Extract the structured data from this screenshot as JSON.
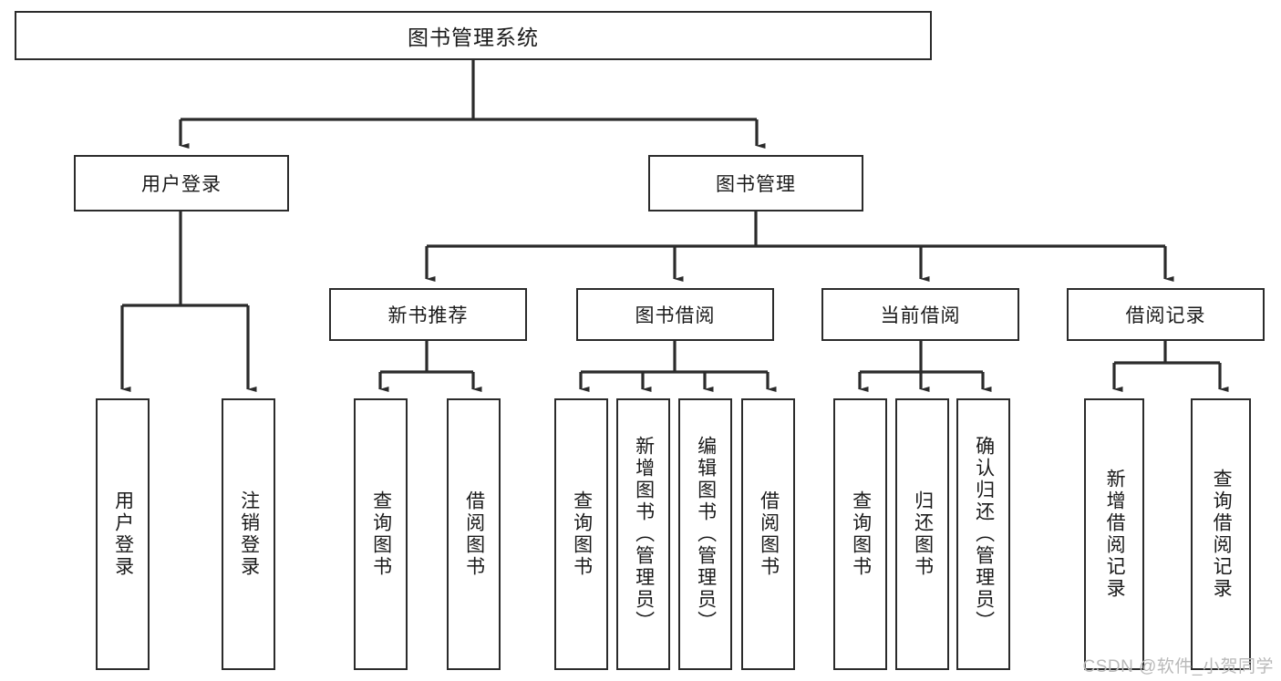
{
  "diagram": {
    "title": "图书管理系统",
    "type": "hierarchy-tree",
    "root": {
      "label": "图书管理系统"
    },
    "level2": [
      {
        "id": "user-login",
        "label": "用户登录"
      },
      {
        "id": "book-management",
        "label": "图书管理"
      }
    ],
    "level3": [
      {
        "id": "new-book-recommend",
        "label": "新书推荐"
      },
      {
        "id": "book-borrow",
        "label": "图书借阅"
      },
      {
        "id": "current-borrow",
        "label": "当前借阅"
      },
      {
        "id": "borrow-record",
        "label": "借阅记录"
      }
    ],
    "leaves": {
      "user_login": [
        {
          "id": "leaf-user-login",
          "label": "用户登录"
        },
        {
          "id": "leaf-logout-login",
          "label": "注销登录"
        }
      ],
      "new_book_recommend": [
        {
          "id": "leaf-query-book-1",
          "label": "查询图书"
        },
        {
          "id": "leaf-borrow-book-1",
          "label": "借阅图书"
        }
      ],
      "book_borrow": [
        {
          "id": "leaf-query-book-2",
          "label": "查询图书"
        },
        {
          "id": "leaf-add-book",
          "label": "新增图书（管理员）"
        },
        {
          "id": "leaf-edit-book",
          "label": "编辑图书（管理员）"
        },
        {
          "id": "leaf-borrow-book-2",
          "label": "借阅图书"
        }
      ],
      "current_borrow": [
        {
          "id": "leaf-query-book-3",
          "label": "查询图书"
        },
        {
          "id": "leaf-return-book",
          "label": "归还图书"
        },
        {
          "id": "leaf-confirm-return",
          "label": "确认归还（管理员）"
        }
      ],
      "borrow_record": [
        {
          "id": "leaf-add-record",
          "label": "新增借阅记录"
        },
        {
          "id": "leaf-query-record",
          "label": "查询借阅记录"
        }
      ]
    }
  },
  "watermark": {
    "text": "CSDN @软件_小贺同学"
  },
  "colors": {
    "stroke": "#2b2b2b",
    "background": "#ffffff",
    "text": "#1a1a1a",
    "watermark": "#b9b9b9"
  }
}
